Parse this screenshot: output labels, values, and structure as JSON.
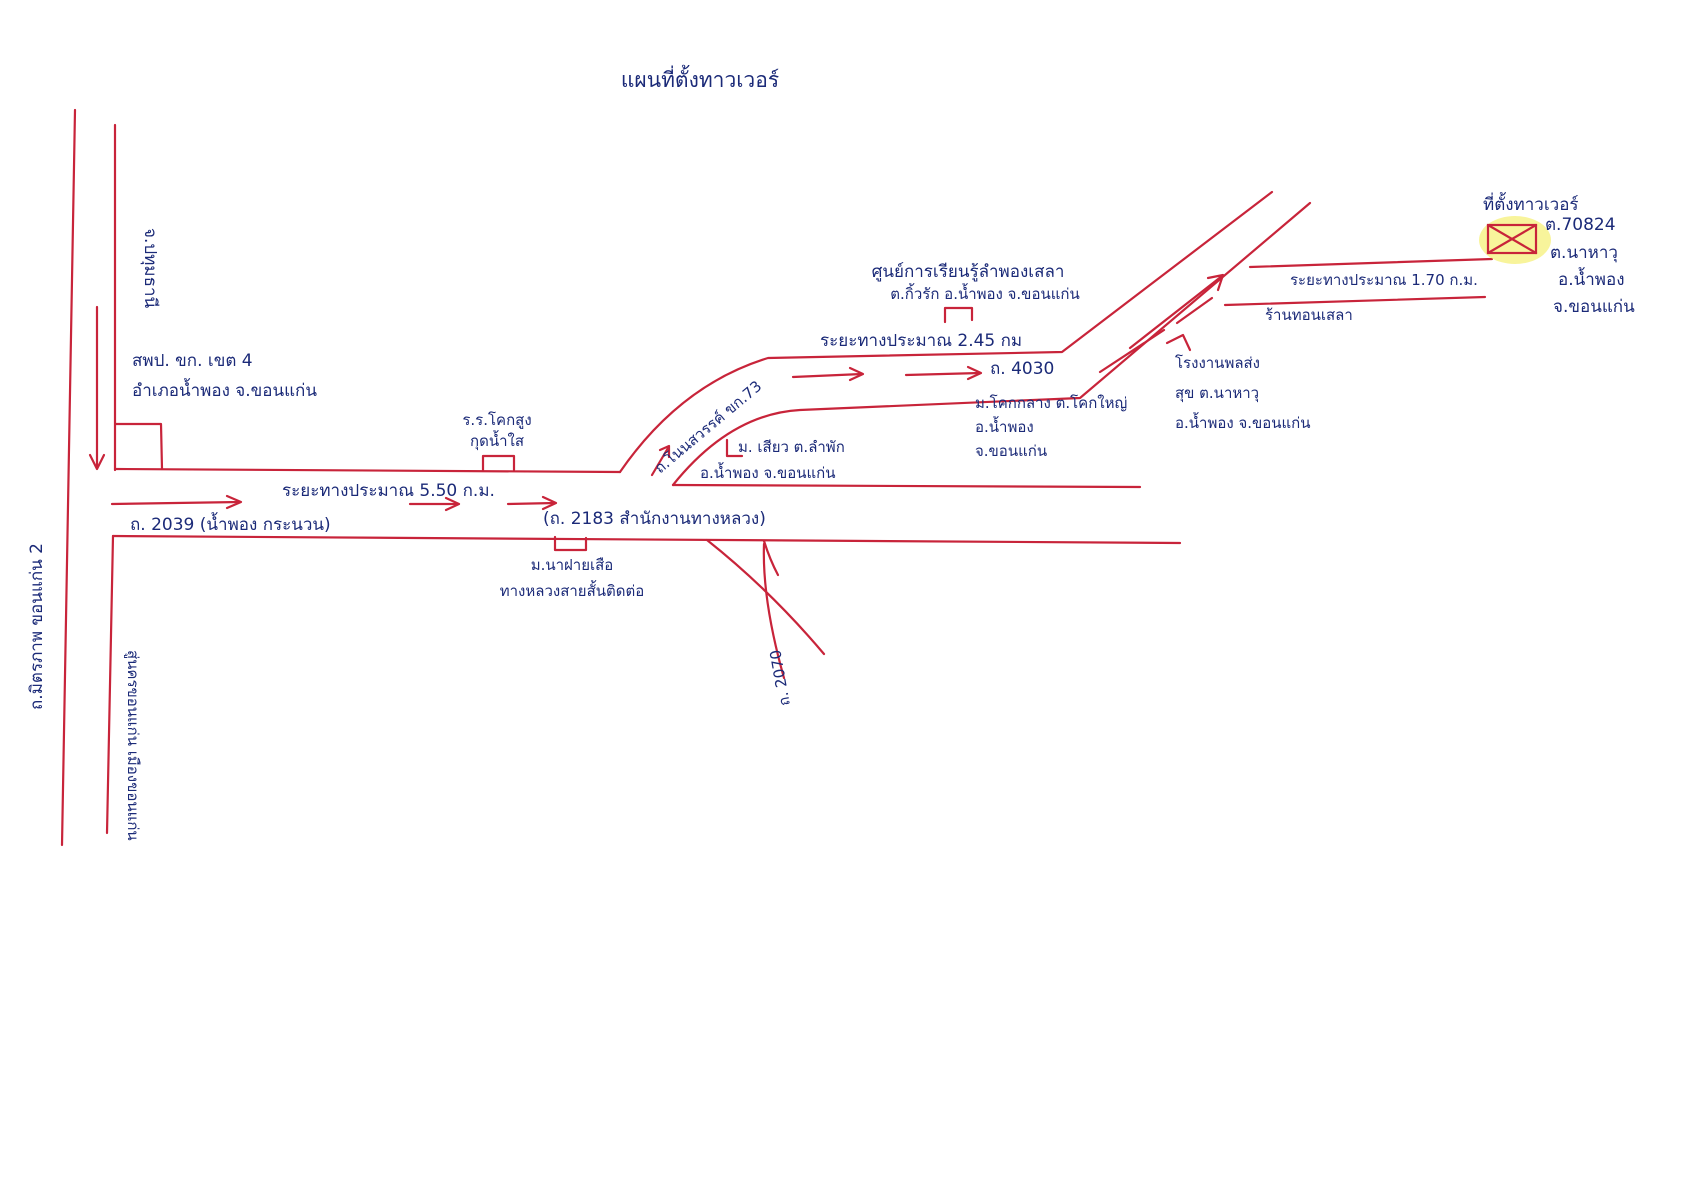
{
  "title": "แผนที่ตั้งทาวเวอร์",
  "colors": {
    "road": "#c8243a",
    "ink": "#1b2a78",
    "highlight": "#f5f07a"
  },
  "roads": {
    "mittraphap": "ถ.มิตรภาพ ขอนแก่น 2",
    "to_udon": "จ.ปทุมธานี",
    "to_khonkaen_city": "สู่นครขอนแก่น เมืองขอนแก่น",
    "rt2039": "ถ. 2039 (น้ำพอง กระนวน)",
    "rt2183": "(ถ. 2183 สำนักงานทางหลวง)",
    "rt2070_south": "ถ. 2070",
    "rt4030": "ถ. 4030",
    "junction": "ถ.โนนสวรรค์ ขก.73"
  },
  "distances": {
    "d1": "ระยะทางประมาณ 5.50 ก.ม.",
    "d2": "ระยะทางประมาณ 2.45 กม",
    "d3": "ระยะทางประมาณ 1.70 ก.ม."
  },
  "landmarks": {
    "district": [
      "สพป. ขก. เขต 4",
      "อำเภอน้ำพอง จ.ขอนแก่น"
    ],
    "school1": [
      "ร.ร.โคกสูง",
      "กุดน้ำใส"
    ],
    "village1": [
      "ม.นาฝายเสือ",
      "ทางหลวงสายสั้นติดต่อ"
    ],
    "village2": [
      "ม. เสียว ต.ลำพัก",
      "อ.น้ำพอง จ.ขอนแก่น"
    ],
    "center": [
      "ศูนย์การเรียนรู้ลำพองเสลา",
      "ต.กิ้วรัก อ.น้ำพอง จ.ขอนแก่น"
    ],
    "village3": [
      "ม.โคกกลาง ต.โคกใหญ่",
      "อ.น้ำพอง",
      "จ.ขอนแก่น"
    ],
    "factory": [
      "โรงงานพลส่ง",
      "สุข ต.นาหาวุ",
      "อ.น้ำพอง จ.ขอนแก่น"
    ],
    "shop": "ร้านทอนเสลา"
  },
  "site": {
    "label": "ที่ตั้งทาวเวอร์",
    "code": "ต.70824",
    "address": [
      "ต.นาหาวุ",
      "อ.น้ำพอง",
      "จ.ขอนแก่น"
    ]
  }
}
